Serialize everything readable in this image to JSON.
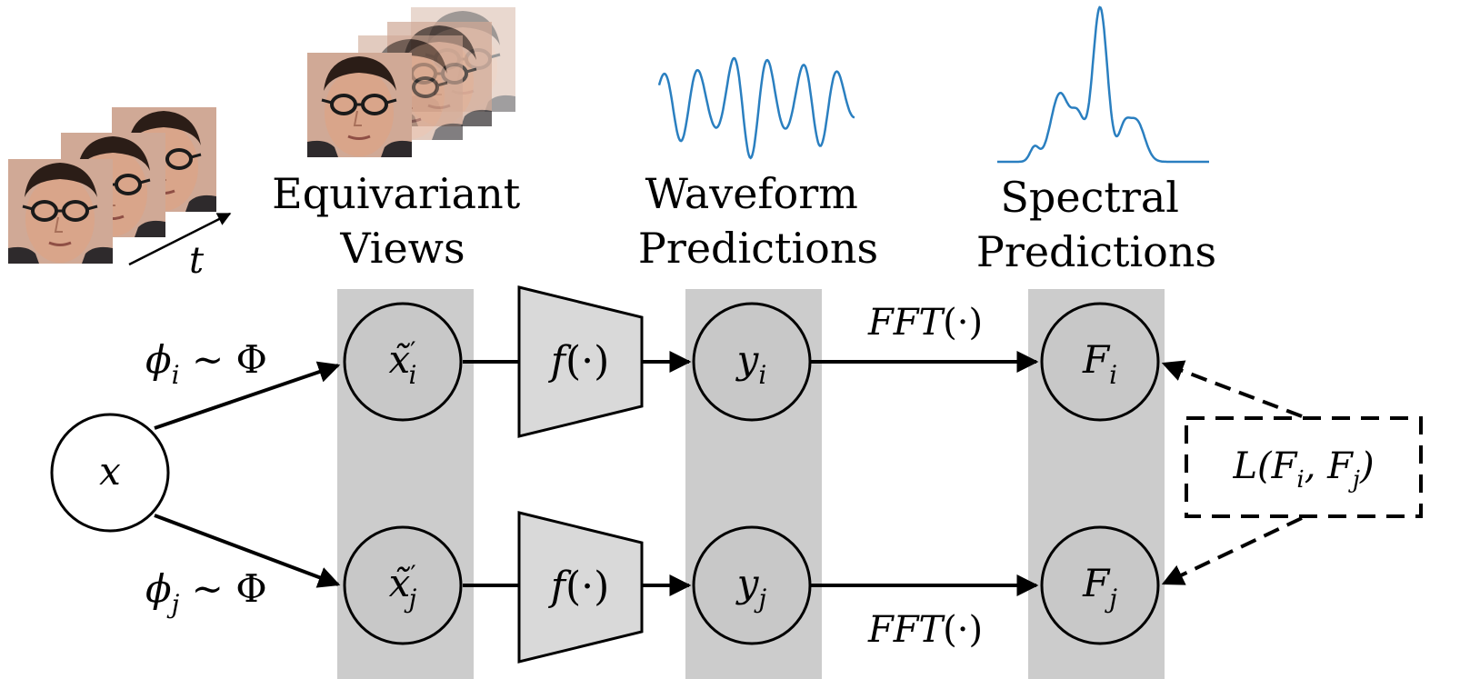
{
  "headings": {
    "equivariant": [
      "Equivariant",
      "Views"
    ],
    "waveform": [
      "Waveform",
      "Predictions"
    ],
    "spectral": [
      "Spectral",
      "Predictions"
    ]
  },
  "time_label": "t",
  "nodes": {
    "x": "x",
    "xi": {
      "base": "x̃",
      "sub": "i",
      "sup": "′"
    },
    "xj": {
      "base": "x̃",
      "sub": "j",
      "sup": "′"
    },
    "yi": {
      "base": "y",
      "sub": "i"
    },
    "yj": {
      "base": "y",
      "sub": "j"
    },
    "Fi": {
      "base": "F",
      "sub": "i"
    },
    "Fj": {
      "base": "F",
      "sub": "j"
    }
  },
  "encoder_label": {
    "f": "f",
    "arg": "(·)"
  },
  "phi_i": {
    "phi": "ϕ",
    "sub": "i",
    "rest": " ~ Φ"
  },
  "phi_j": {
    "phi": "ϕ",
    "sub": "j",
    "rest": " ~ Φ"
  },
  "fft_label": {
    "name": "FFT",
    "arg": "(·)"
  },
  "loss": {
    "pre": "L(F",
    "sub1": "i",
    "mid": ", F",
    "sub2": "j",
    "post": ")"
  },
  "colors": {
    "column_fill": "#cccccc",
    "node_fill": "#c8c8c8",
    "trapezoid_fill": "#d9d9d9",
    "signal_blue": "#2a7fc0",
    "stroke": "#000000",
    "skin": "#d9a58a",
    "hair": "#2b1d17"
  },
  "icons": {
    "face_stack": "face-photo-stack-icon",
    "equivariant_faces": "equivariant-face-views-icon",
    "waveform": "waveform-plot-icon",
    "spectrum": "spectrum-plot-icon"
  }
}
